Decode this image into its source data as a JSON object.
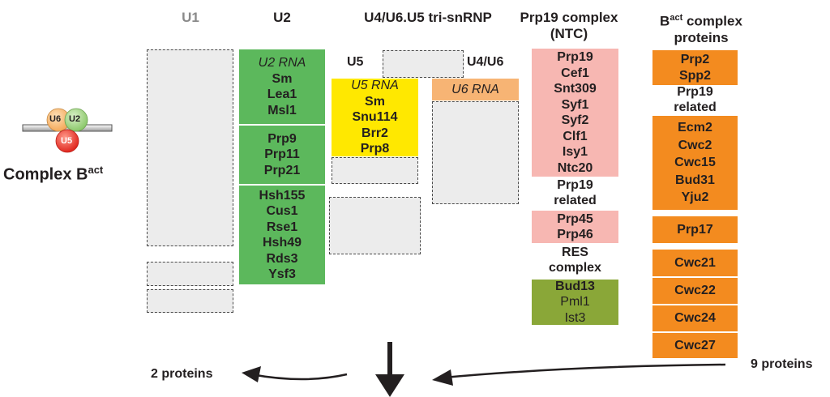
{
  "left_panel": {
    "icon_labels": {
      "u6": "U6",
      "u2": "U2",
      "u5": "U5"
    },
    "title_main": "Complex B",
    "title_sup": "act"
  },
  "headers": {
    "u1": "U1",
    "u2": "U2",
    "tri_snrnp": "U4/U6.U5 tri-snRNP",
    "prp19_line1": "Prp19 complex",
    "prp19_line2": "(NTC)",
    "bact_pre": "B",
    "bact_sup": "act",
    "bact_post": " complex",
    "bact_line2": "proteins"
  },
  "u2_column": {
    "group1": [
      "U2 RNA",
      "Sm",
      "Lea1",
      "Msl1"
    ],
    "group2": [
      "Prp9",
      "Prp11",
      "Prp21"
    ],
    "group3": [
      "Hsh155",
      "Cus1",
      "Rse1",
      "Hsh49",
      "Rds3",
      "Ysf3"
    ]
  },
  "tri_column": {
    "u5_label": "U5",
    "u4u6_label": "U4/U6",
    "u5_block": [
      "U5 RNA",
      "Sm",
      "Snu114",
      "Brr2",
      "Prp8"
    ],
    "u6_rna": "U6 RNA"
  },
  "ntc_column": {
    "core": [
      "Prp19",
      "Cef1",
      "Snt309",
      "Syf1",
      "Syf2",
      "Clf1",
      "Isy1",
      "Ntc20"
    ],
    "related_label": [
      "Prp19",
      "related"
    ],
    "related": [
      "Prp45",
      "Prp46"
    ],
    "res_label": [
      "RES",
      "complex"
    ],
    "res": [
      "Bud13",
      "Pml1",
      "Ist3"
    ]
  },
  "bact_column": {
    "group1": [
      "Prp2",
      "Spp2"
    ],
    "related_label": [
      "Prp19",
      "related"
    ],
    "group2": [
      "Ecm2",
      "Cwc2",
      "Cwc15",
      "Bud31",
      "Yju2"
    ],
    "singles": [
      "Prp17",
      "Cwc21",
      "Cwc22",
      "Cwc24",
      "Cwc27"
    ]
  },
  "bottom": {
    "left_count": "2 proteins",
    "right_count": "9 proteins"
  },
  "colors": {
    "u2_green": "#5cb85c",
    "u5_yellow": "#ffe800",
    "u6_peach": "#f7b474",
    "ntc_pink": "#f7b7b2",
    "res_olive": "#8aa738",
    "bact_orange": "#f38b1f",
    "absent_grey": "#ececec"
  }
}
